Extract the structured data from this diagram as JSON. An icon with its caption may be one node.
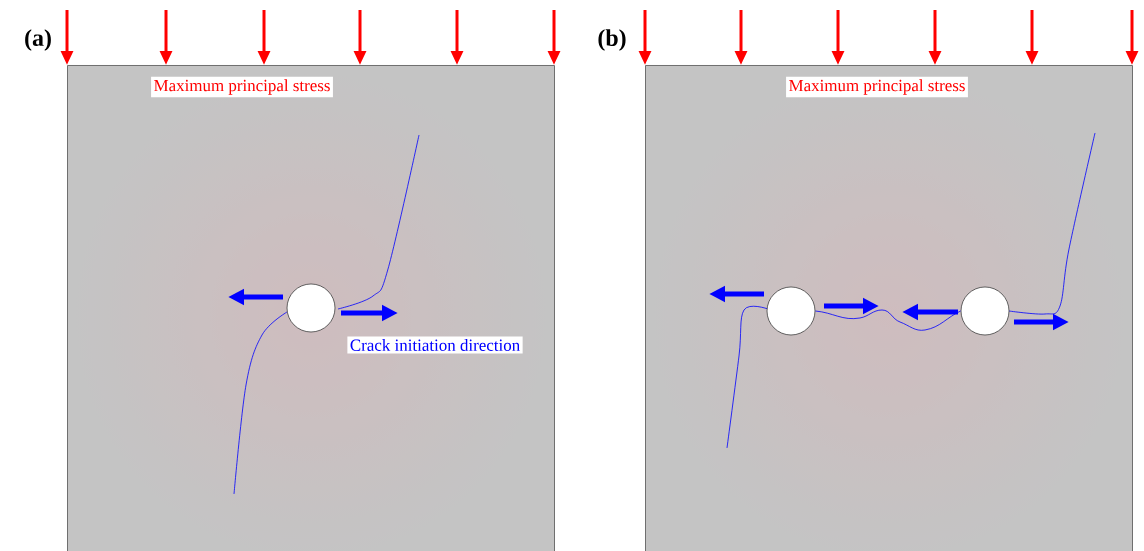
{
  "diagram": {
    "nodes": [
      {
        "text": [
          "(a)",
          "Maximum principal stress",
          "Crack initiation direction"
        ]
      },
      {
        "text": [],
        "shape": "circle",
        "in": 0
      },
      {
        "text": [
          "(b)",
          "Maximum principal stress"
        ]
      },
      {
        "text": [],
        "shape": "circle",
        "in": 2
      },
      {
        "text": [],
        "shape": "circle",
        "in": 2
      }
    ],
    "edges": [
      {
        "from": 3,
        "to": 4,
        "arrow": "none"
      }
    ]
  }
}
